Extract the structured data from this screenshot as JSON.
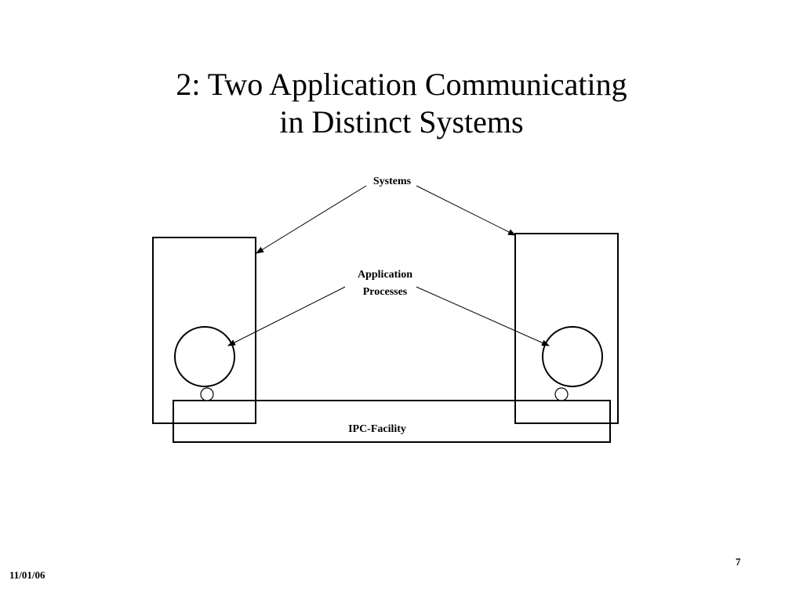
{
  "slide": {
    "title_line1": "2: Two Application Communicating",
    "title_line2": "in Distinct Systems",
    "date": "11/01/06",
    "page_number": "7"
  },
  "diagram": {
    "systems_label": "Systems",
    "app_processes_line1": "Application",
    "app_processes_line2": "Processes",
    "ipc_label": "IPC-Facility"
  }
}
